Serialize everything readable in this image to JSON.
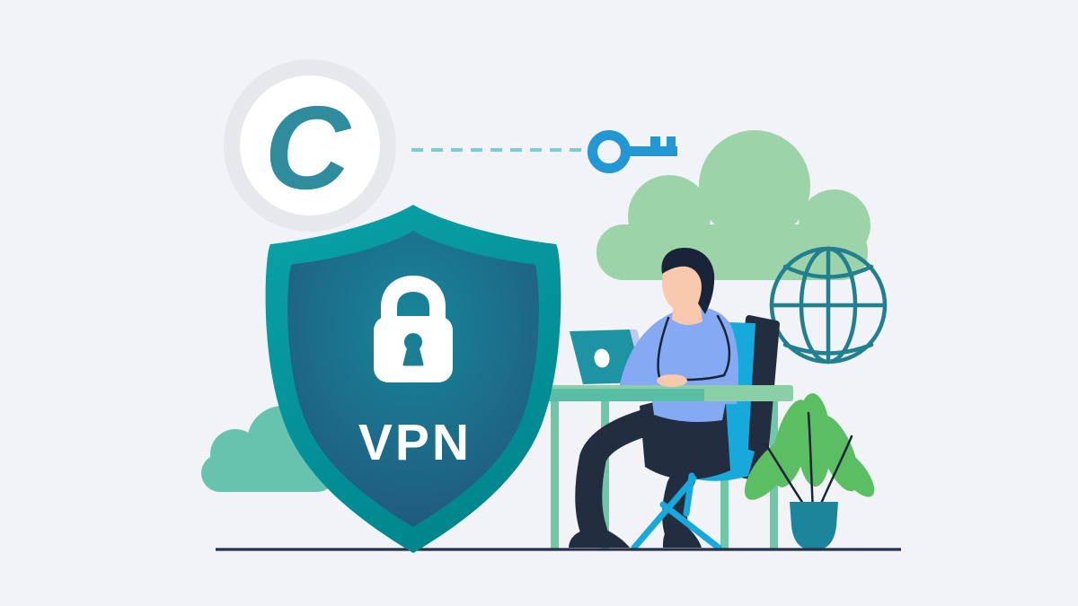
{
  "scene": {
    "description": "Flat illustration of VPN security: shield with padlock, person working on laptop at a desk, cloud, globe, key linked to brand logo",
    "shield_label": "VPN",
    "logo_letter": "C"
  },
  "icons": {
    "logo": "brand-c-logo-badge",
    "connector": "dashed-link-line",
    "key": "key-icon",
    "shield": "shield-icon",
    "lock": "padlock-icon",
    "globe": "globe-wireframe-icon",
    "cloud_large": "cloud-shape-large",
    "cloud_small": "cloud-shape-small",
    "person": "person-at-desk",
    "laptop": "laptop-icon",
    "plant": "potted-plant",
    "ground": "ground-line"
  },
  "colors": {
    "background": "#F1F3F6",
    "logo_ring": "#E6E8EC",
    "logo_bg": "#FFFFFF",
    "logo_letter": "#2E8C9D",
    "dash_line": "#7FCAD6",
    "key": "#2297D3",
    "cloud_large": "#9DD3A8",
    "cloud_small": "#68C3AE",
    "globe": "#20808F",
    "shield_border_top": "#0AA2A8",
    "shield_border_bottom": "#00878E",
    "shield_inner_center": "#17879B",
    "shield_inner_edge": "#234F76",
    "lock": "#FFFFFF",
    "keyhole": "#1B7E93",
    "vpn_text": "#FFFFFF",
    "desk_top": "#8ACFA6",
    "desk_top_shade": "#58BFA4",
    "desk_leg": "#6FC7A7",
    "chair": "#17A9DB",
    "chair_dark": "#222D3F",
    "skin": "#F9C9AE",
    "hair": "#1A2438",
    "sweater": "#85A9F2",
    "pants": "#222D3F",
    "seam": "#1A2438",
    "laptop_lid": "#1E93A3",
    "laptop_edge": "#BFC8F2",
    "laptop_logo": "#FFFFFF",
    "plant_leaf": "#5CBE62",
    "plant_pot": "#1C849B",
    "plant_stem": "#1A2438",
    "ground": "#25304A"
  }
}
